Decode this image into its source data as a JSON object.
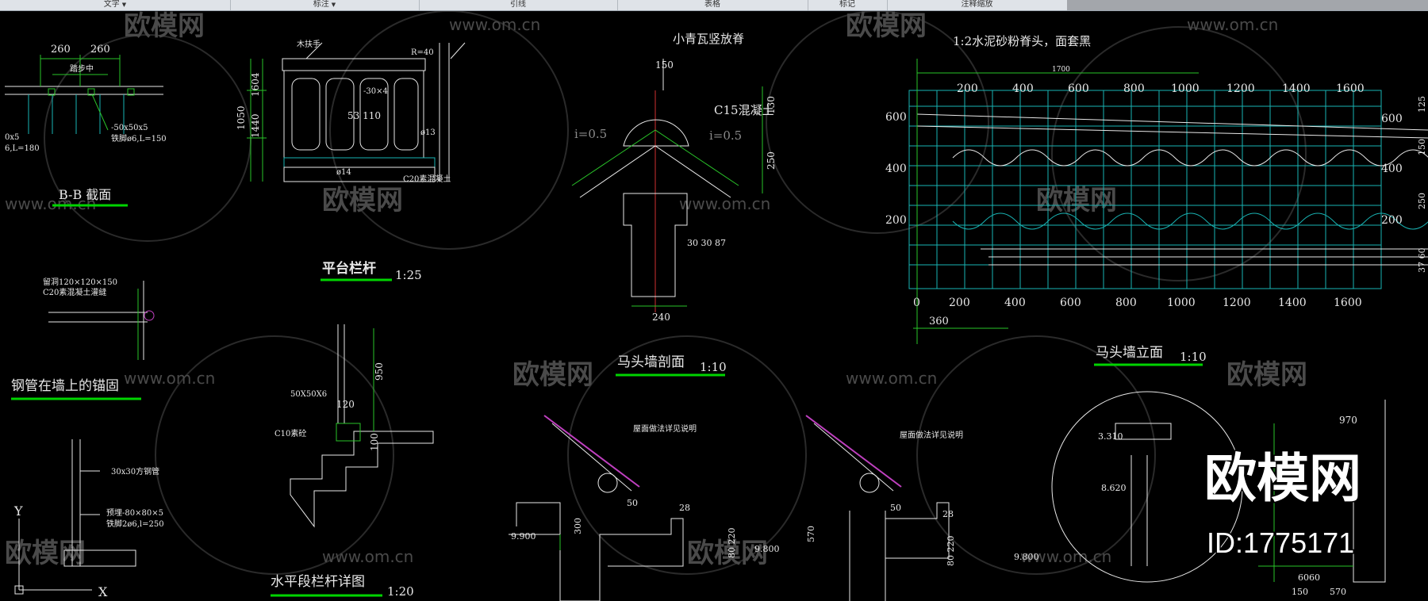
{
  "ribbon": {
    "tabs": [
      {
        "label": "文字",
        "dropdown": true
      },
      {
        "label": "标注",
        "dropdown": true
      },
      {
        "label": "引线",
        "dropdown": false
      },
      {
        "label": "表格",
        "dropdown": false
      },
      {
        "label": "标记",
        "dropdown": false
      },
      {
        "label": "注释缩放",
        "dropdown": false
      }
    ]
  },
  "watermark": {
    "url": "www.om.cn",
    "brand": "欧模网",
    "big_brand": "欧模网",
    "id_label": "ID:1775171"
  },
  "drawing": {
    "titles": {
      "bb_section": "B-B  截面",
      "platform_railing": "平台栏杆",
      "platform_railing_scale": "1:25",
      "wall_anchor": "钢管在墙上的锚固",
      "horizontal_railing": "水平段栏杆详图",
      "horizontal_railing_scale": "1:20",
      "horsehead_section": "马头墙剖面",
      "horsehead_section_scale": "1:10",
      "horsehead_elevation": "马头墙立面",
      "horsehead_elevation_scale": "1:10"
    },
    "notes": {
      "ridge_tile": "小青瓦竖放脊",
      "c15": "C15混凝土",
      "mortar": "1:2水泥砂粉脊头，面套黑",
      "wood_handrail": "木扶手",
      "r40": "R=40",
      "bar30x4": "-30×4",
      "dia13": "ø13",
      "dia14": "ø14",
      "c20_left": "C20素混凝土",
      "step_mid": "踏步中",
      "bb_flat": "-50x50x5",
      "bb_anchor": "铁脚ø6,L=150",
      "bb_left1": "0x5",
      "bb_left2": "6,L=180",
      "reserve_hole": "留洞120×120×150",
      "c20_pour": "C20素混凝土灌缝",
      "sq_pipe": "30x30方钢管",
      "embed_plate": "预埋-80×80×5",
      "anchor_foot": "铁脚2ø6,l=250",
      "angle_50": "50X50X6",
      "c10": "C10素砼",
      "roof_note_1": "屋面做法详见说明",
      "roof_note_2": "屋面做法详见说明",
      "slope_left": "i=0.5",
      "slope_right": "i=0.5",
      "dim_150": "150",
      "dim_240": "240",
      "dim_260a": "260",
      "dim_260b": "260",
      "dim_1050": "1050",
      "dim_1440": "1440",
      "dim_950": "950",
      "dim_120": "120",
      "dim_100": "100",
      "dim_250": "250",
      "dim_130": "130",
      "dim_303087": "30 30 87",
      "dim_1700": "1700",
      "dim_360": "360",
      "dim_970": "970",
      "dim_150b": "150",
      "dim_570": "570",
      "dim_6060": "6060",
      "lev_9900": "9.900",
      "lev_9800a": "9.800",
      "lev_9800b": "9.800",
      "lev_3310": "3.310",
      "lev_8620": "8.620",
      "dim_300": "300",
      "dim_80220a": "80 220",
      "dim_80220b": "80 220",
      "dim_50a": "50",
      "dim_50b": "50",
      "dim_28a": "28",
      "dim_28b": "28",
      "dim_600r": "600",
      "dim_400r": "400",
      "dim_200r": "200",
      "dim_125": "125",
      "dim_150r": "150",
      "dim_250r": "250",
      "dim_3760": "37 60",
      "axis_y": "Y",
      "axis_x": "X",
      "dim_5310": "53 110",
      "dim_1604": "1604"
    },
    "top_ticks": [
      "200",
      "400",
      "600",
      "800",
      "1000",
      "1200",
      "1400",
      "1600"
    ],
    "bottom_ticks": [
      "0",
      "200",
      "400",
      "600",
      "800",
      "1000",
      "1200",
      "1400",
      "1600"
    ],
    "left_ticks": [
      "600",
      "400",
      "200"
    ]
  },
  "colors": {
    "background": "#000000",
    "title_underline": "#00d400",
    "cad_cyan": "#19b3b3",
    "cad_white": "#e8e8e8",
    "cad_green": "#29c429",
    "cad_magenta": "#c040c0",
    "cad_red": "#d03030"
  }
}
